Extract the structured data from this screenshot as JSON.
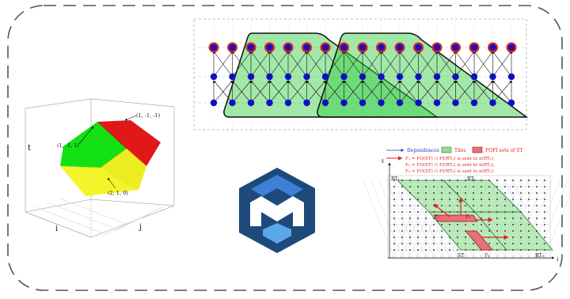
{
  "cube": {
    "axis_t": "t",
    "axis_i": "i",
    "axis_j": "j",
    "point_top": "(1, -1, 1)",
    "point_right": "(1, -1, -1)",
    "point_bottom": "(2, 1, 0)"
  },
  "tiles_legend": {
    "dependences": "Dependences",
    "tiles": "Tiles",
    "fofi": "FOFI sets of ST",
    "line1": "F₁ = FO(ST) ∩ FI(RT₁) is sent to π(RT₁),",
    "line2": "F₂ = FO(ST) ∩ FI(RT₂) is sent to π(RT₂),",
    "line3": "F₃ = FO(ST) ∩ FI(RT₃) is sent to π(RT₃)"
  },
  "tiles_grid": {
    "axis_t": "t",
    "axis_i": "i",
    "rt1": "RT₁",
    "rt2": "RT₂",
    "rt3": "RT₃",
    "st": "ST",
    "f1": "F₁",
    "f2": "F₂",
    "f3": "F₃"
  },
  "colors": {
    "tile_green": "#8fe08f",
    "tile_dark": "#2e7d32",
    "node_blue": "#1010c0",
    "node_red": "#e02020",
    "logo_navy": "#1d4a7a",
    "logo_blue": "#3e7fd8",
    "logo_light": "#5aa8e8",
    "frame": "#555555"
  }
}
